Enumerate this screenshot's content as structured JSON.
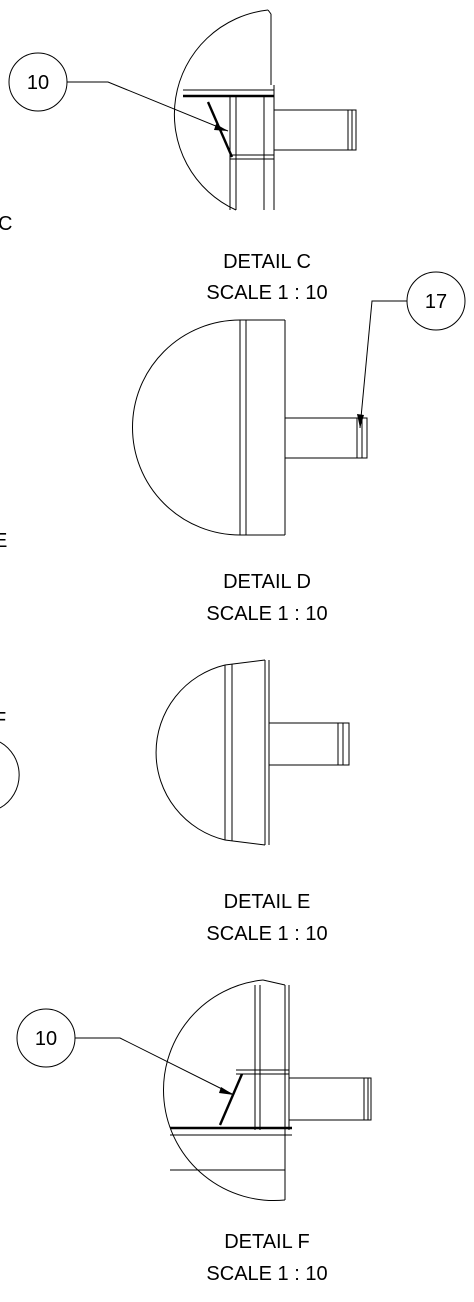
{
  "margin_labels": {
    "c": "C",
    "e": "E",
    "f": "F"
  },
  "details": [
    {
      "title": "DETAIL C",
      "scale": "SCALE 1 : 10",
      "balloon": "10"
    },
    {
      "title": "DETAIL D",
      "scale": "SCALE 1 : 10",
      "balloon": "17"
    },
    {
      "title": "DETAIL E",
      "scale": "SCALE 1 : 10"
    },
    {
      "title": "DETAIL F",
      "scale": "SCALE 1 : 10",
      "balloon": "10"
    }
  ]
}
